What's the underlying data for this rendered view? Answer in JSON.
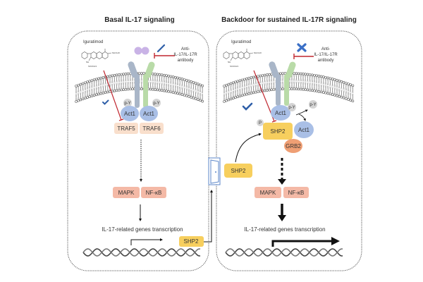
{
  "colors": {
    "membrane": "#555555",
    "receptor_left": "#a9b6c8",
    "receptor_right": "#b9dba8",
    "act1": "#a9bfe6",
    "traf": "#f9dfcc",
    "mapk": "#f4b9a6",
    "shp2": "#f7cf5e",
    "grb2": "#ef9f74",
    "ligand": "#c9b3e6",
    "inhibit": "#c0262f",
    "check": "#2f5fa8",
    "cross": "#3a6fc6",
    "door": "#5b86c9",
    "py": "#d4d4d4"
  },
  "left_panel": {
    "title": "Basal IL-17 signaling",
    "drug": "Iguratimod",
    "drug_groups": [
      "NHCHO",
      "NH",
      "SO2CH3",
      "O",
      "O",
      "O"
    ],
    "antibody": [
      "Anti-",
      "IL-17/IL-17R",
      "antibody"
    ],
    "antibody_status": "check",
    "drug_status": "check",
    "py": [
      "p-Y",
      "p-Y"
    ],
    "act1": [
      "Act1",
      "Act1"
    ],
    "traf": [
      "TRAF5",
      "TRAF6"
    ],
    "mapk": "MAPK",
    "nfkb": "NF-κB",
    "transcription": "IL-17-related genes transcription",
    "shp2": "SHP2"
  },
  "door": {
    "shp2": "SHP2"
  },
  "right_panel": {
    "title": "Backdoor for sustained IL-17R signaling",
    "drug": "Iguratimod",
    "drug_groups": [
      "NHCHO",
      "NH",
      "SO2CH3",
      "O",
      "O",
      "O"
    ],
    "antibody": [
      "Anti-",
      "IL-17/IL-17R",
      "antibody"
    ],
    "antibody_status": "cross",
    "drug_status": "check",
    "py": [
      "p-Y",
      "p-Y"
    ],
    "p": "P",
    "act1": [
      "Act1",
      "Act1"
    ],
    "shp2": "SHP2",
    "grb2": "GRB2",
    "mapk": "MAPK",
    "nfkb": "NF-κB",
    "transcription": "IL-17-related genes transcription"
  }
}
